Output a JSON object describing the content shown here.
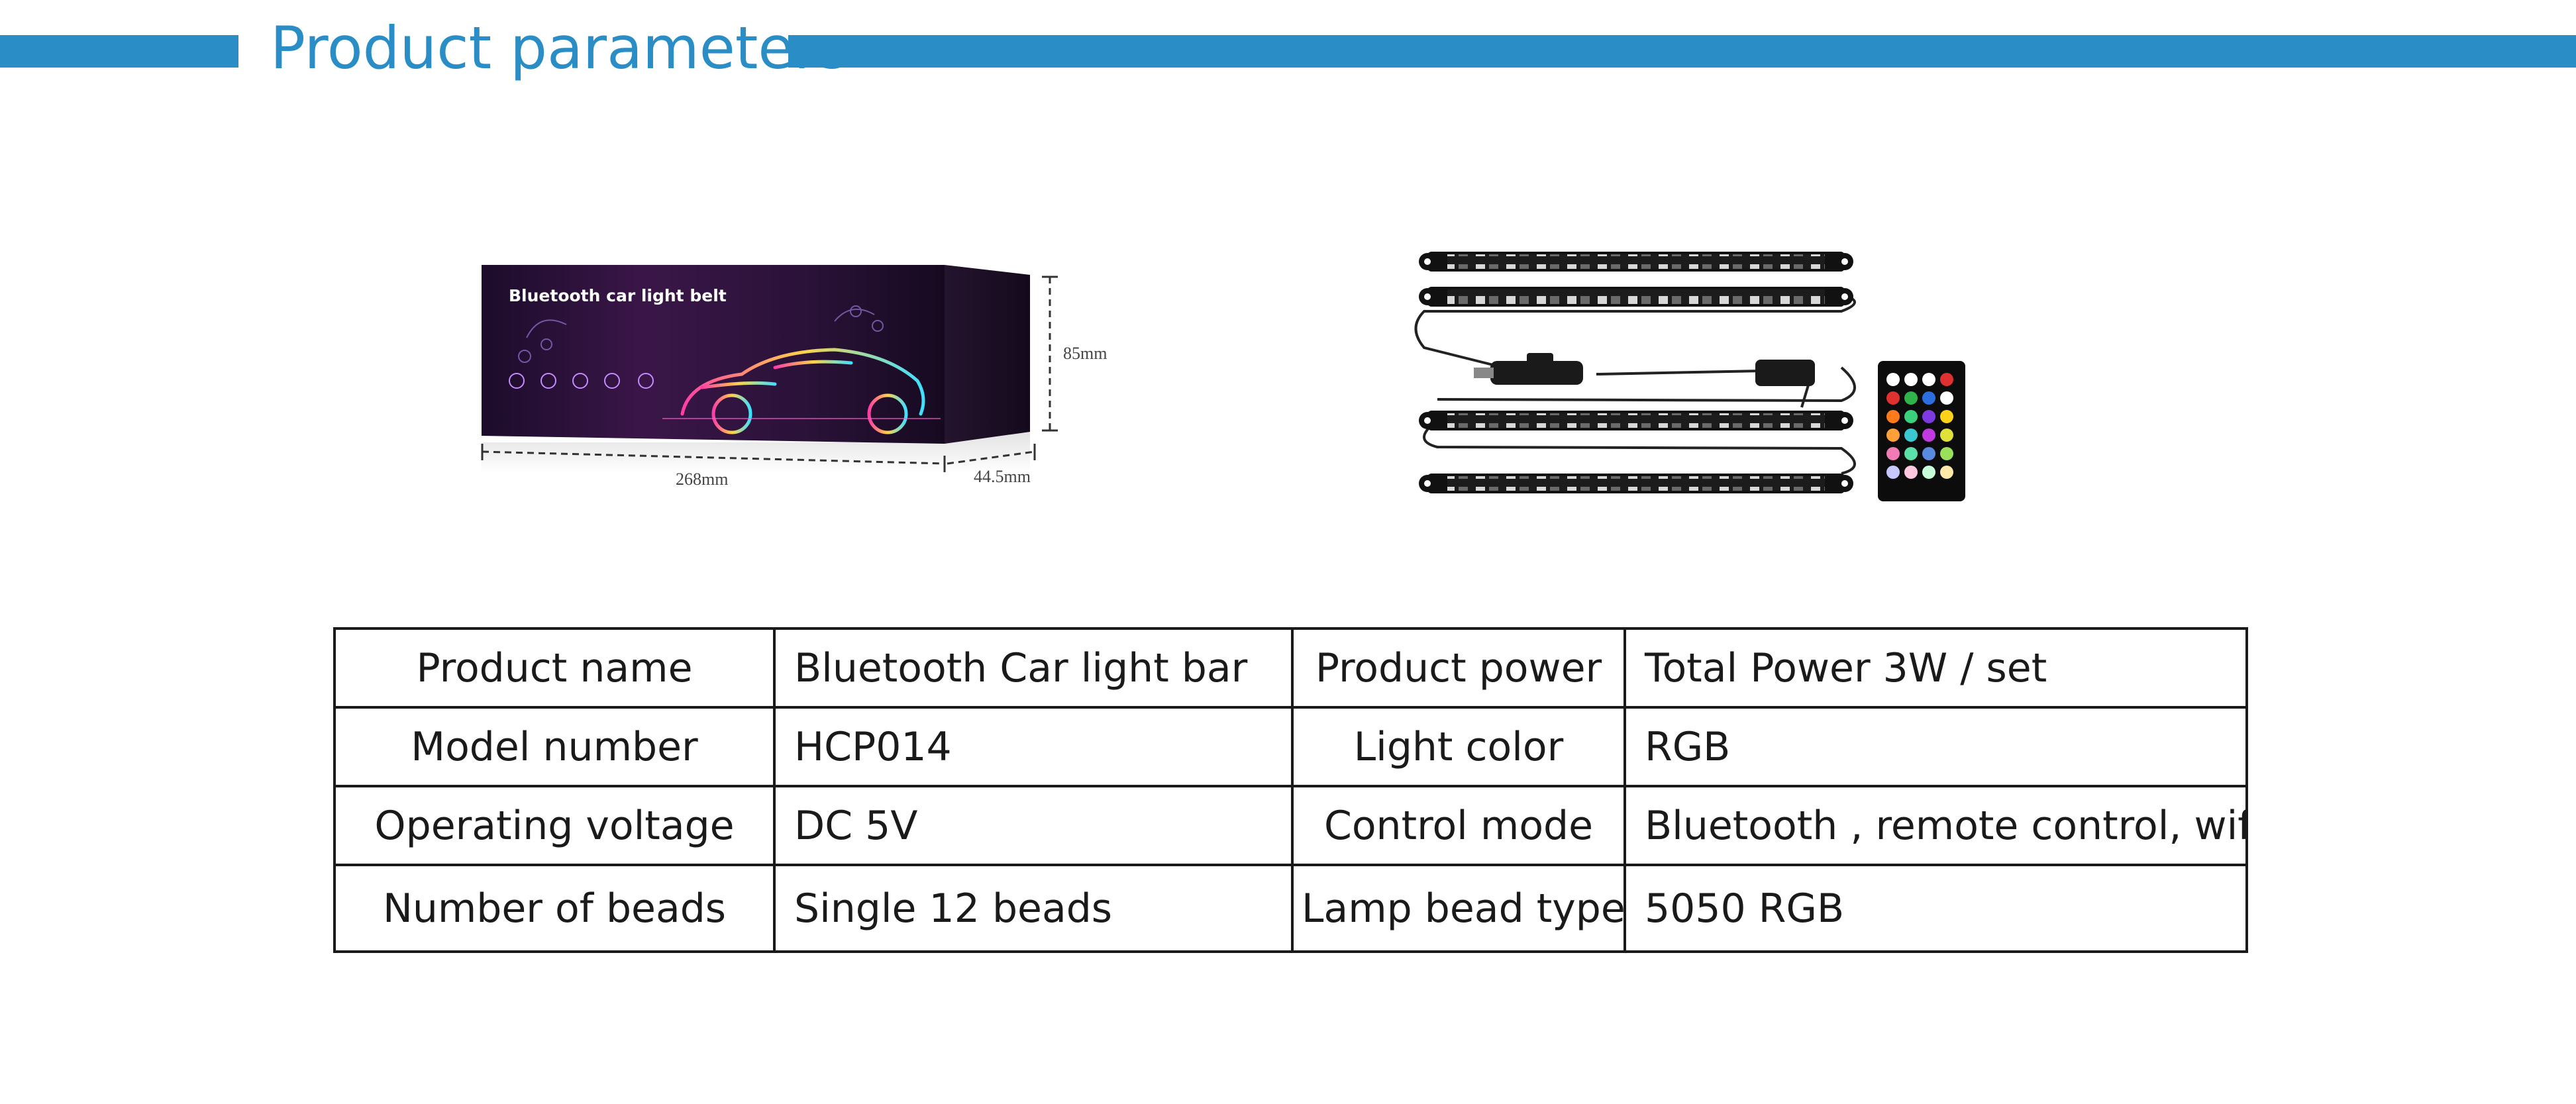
{
  "header": {
    "title": "Product parameters"
  },
  "box": {
    "label": "Bluetooth car light belt",
    "dim_length": "268mm",
    "dim_width": "44.5mm",
    "dim_height": "85mm",
    "accent": "#7a2bd6"
  },
  "params": {
    "rows": [
      {
        "label1": "Product name",
        "value1": "Bluetooth Car light bar",
        "label2": "Product power",
        "value2": "Total Power 3W / set"
      },
      {
        "label1": "Model number",
        "value1": "HCP014",
        "label2": "Light color",
        "value2": "RGB"
      },
      {
        "label1": "Operating voltage",
        "value1": "DC 5V",
        "label2": "Control mode",
        "value2": "Bluetooth , remote control, wifi"
      },
      {
        "label1": "Number of beads",
        "value1": "Single 12 beads",
        "label2": "Lamp bead type",
        "value2": "5050 RGB"
      }
    ]
  },
  "colors": {
    "brand": "#2a8dc5",
    "border": "#1a1a1a"
  }
}
